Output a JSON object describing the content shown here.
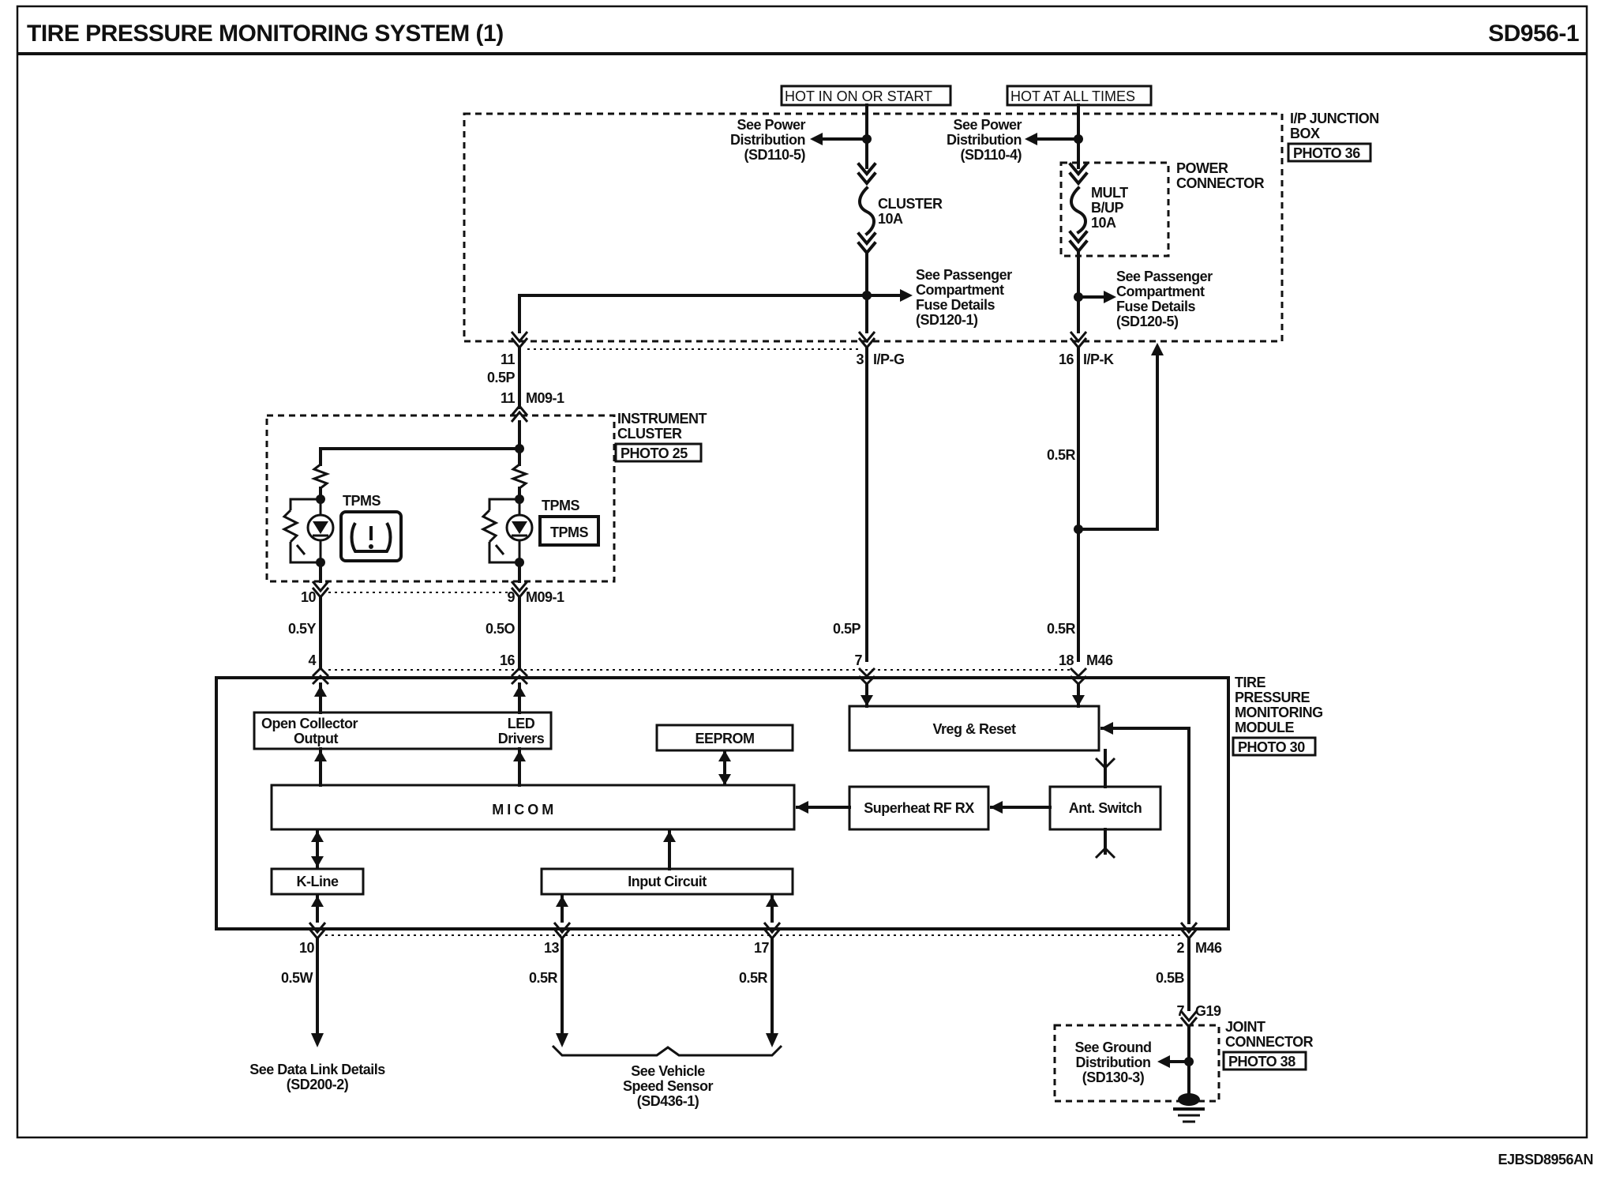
{
  "header": {
    "title": "TIRE PRESSURE MONITORING SYSTEM (1)",
    "code": "SD956-1"
  },
  "footer": {
    "image_code": "EJBSD8956AN"
  },
  "power": {
    "hot_run_label": "HOT IN ON OR START",
    "hot_always_label": "HOT AT ALL TIMES",
    "see_power_left": [
      "See Power",
      "Distribution",
      "(SD110-5)"
    ],
    "see_power_right": [
      "See Power",
      "Distribution",
      "(SD110-4)"
    ],
    "cluster_fuse": [
      "CLUSTER",
      "10A"
    ],
    "mult_fuse": [
      "MULT",
      "B/UP",
      "10A"
    ],
    "power_connector": [
      "POWER",
      "CONNECTOR"
    ],
    "ip_junction_box": [
      "I/P JUNCTION",
      "BOX"
    ],
    "ip_junction_photo": "PHOTO 36",
    "see_pass_left": [
      "See Passenger",
      "Compartment",
      "Fuse Details",
      "(SD120-1)"
    ],
    "see_pass_right": [
      "See Passenger",
      "Compartment",
      "Fuse Details",
      "(SD120-5)"
    ]
  },
  "connectors": {
    "ipg": "I/P-G",
    "ipk": "I/P-K",
    "m09": "M09-1",
    "m46": "M46",
    "g19": "G19",
    "pins": {
      "p11_top": "11",
      "p11_m09": "11",
      "p3": "3",
      "p16_ipk": "16",
      "p10_cl": "10",
      "p9_cl": "9",
      "p4": "4",
      "p16_mod": "16",
      "p7": "7",
      "p18": "18",
      "p10_bot": "10",
      "p13": "13",
      "p17": "17",
      "p2": "2",
      "p7_g19": "7"
    }
  },
  "wires": {
    "w_05p_top": "0.5P",
    "w_05r_upper": "0.5R",
    "w_05y": "0.5Y",
    "w_05o": "0.5O",
    "w_05p_mid": "0.5P",
    "w_05r_mid": "0.5R",
    "w_05w": "0.5W",
    "w_05r_13": "0.5R",
    "w_05r_17": "0.5R",
    "w_05b": "0.5B"
  },
  "cluster": {
    "label": [
      "INSTRUMENT",
      "CLUSTER"
    ],
    "photo": "PHOTO 25",
    "tpms_left": "TPMS",
    "tpms_right": "TPMS",
    "tpms_badge": "TPMS"
  },
  "module": {
    "label": [
      "TIRE",
      "PRESSURE",
      "MONITORING",
      "MODULE"
    ],
    "photo": "PHOTO 30",
    "blocks": {
      "open_collector": [
        "Open Collector",
        "Output"
      ],
      "led_drivers": [
        "LED",
        "Drivers"
      ],
      "eeprom": "EEPROM",
      "vreg": "Vreg & Reset",
      "micom": "M I C O M",
      "rf_rx": "Superheat RF RX",
      "ant_switch": "Ant. Switch",
      "k_line": "K-Line",
      "input_circuit": "Input Circuit"
    }
  },
  "bottom": {
    "data_link": [
      "See Data Link Details",
      "(SD200-2)"
    ],
    "vss": [
      "See Vehicle",
      "Speed Sensor",
      "(SD436-1)"
    ],
    "ground": [
      "See Ground",
      "Distribution",
      "(SD130-3)"
    ],
    "joint_connector": [
      "JOINT",
      "CONNECTOR"
    ],
    "joint_photo": "PHOTO 38"
  },
  "colors": {
    "ink": "#111111",
    "paper": "#ffffff"
  }
}
